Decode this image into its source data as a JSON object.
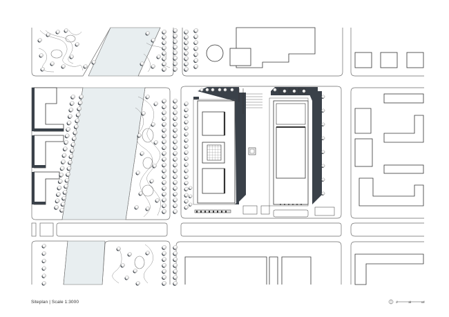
{
  "caption": {
    "title": "Siteplan",
    "separator": "|",
    "scale": "Scale 1:3000"
  },
  "scalebar": {
    "labels": [
      "0",
      "30",
      "60"
    ]
  },
  "colors": {
    "building_dark": "#3a4149",
    "water": "#e8eef0",
    "line": "#555555"
  }
}
